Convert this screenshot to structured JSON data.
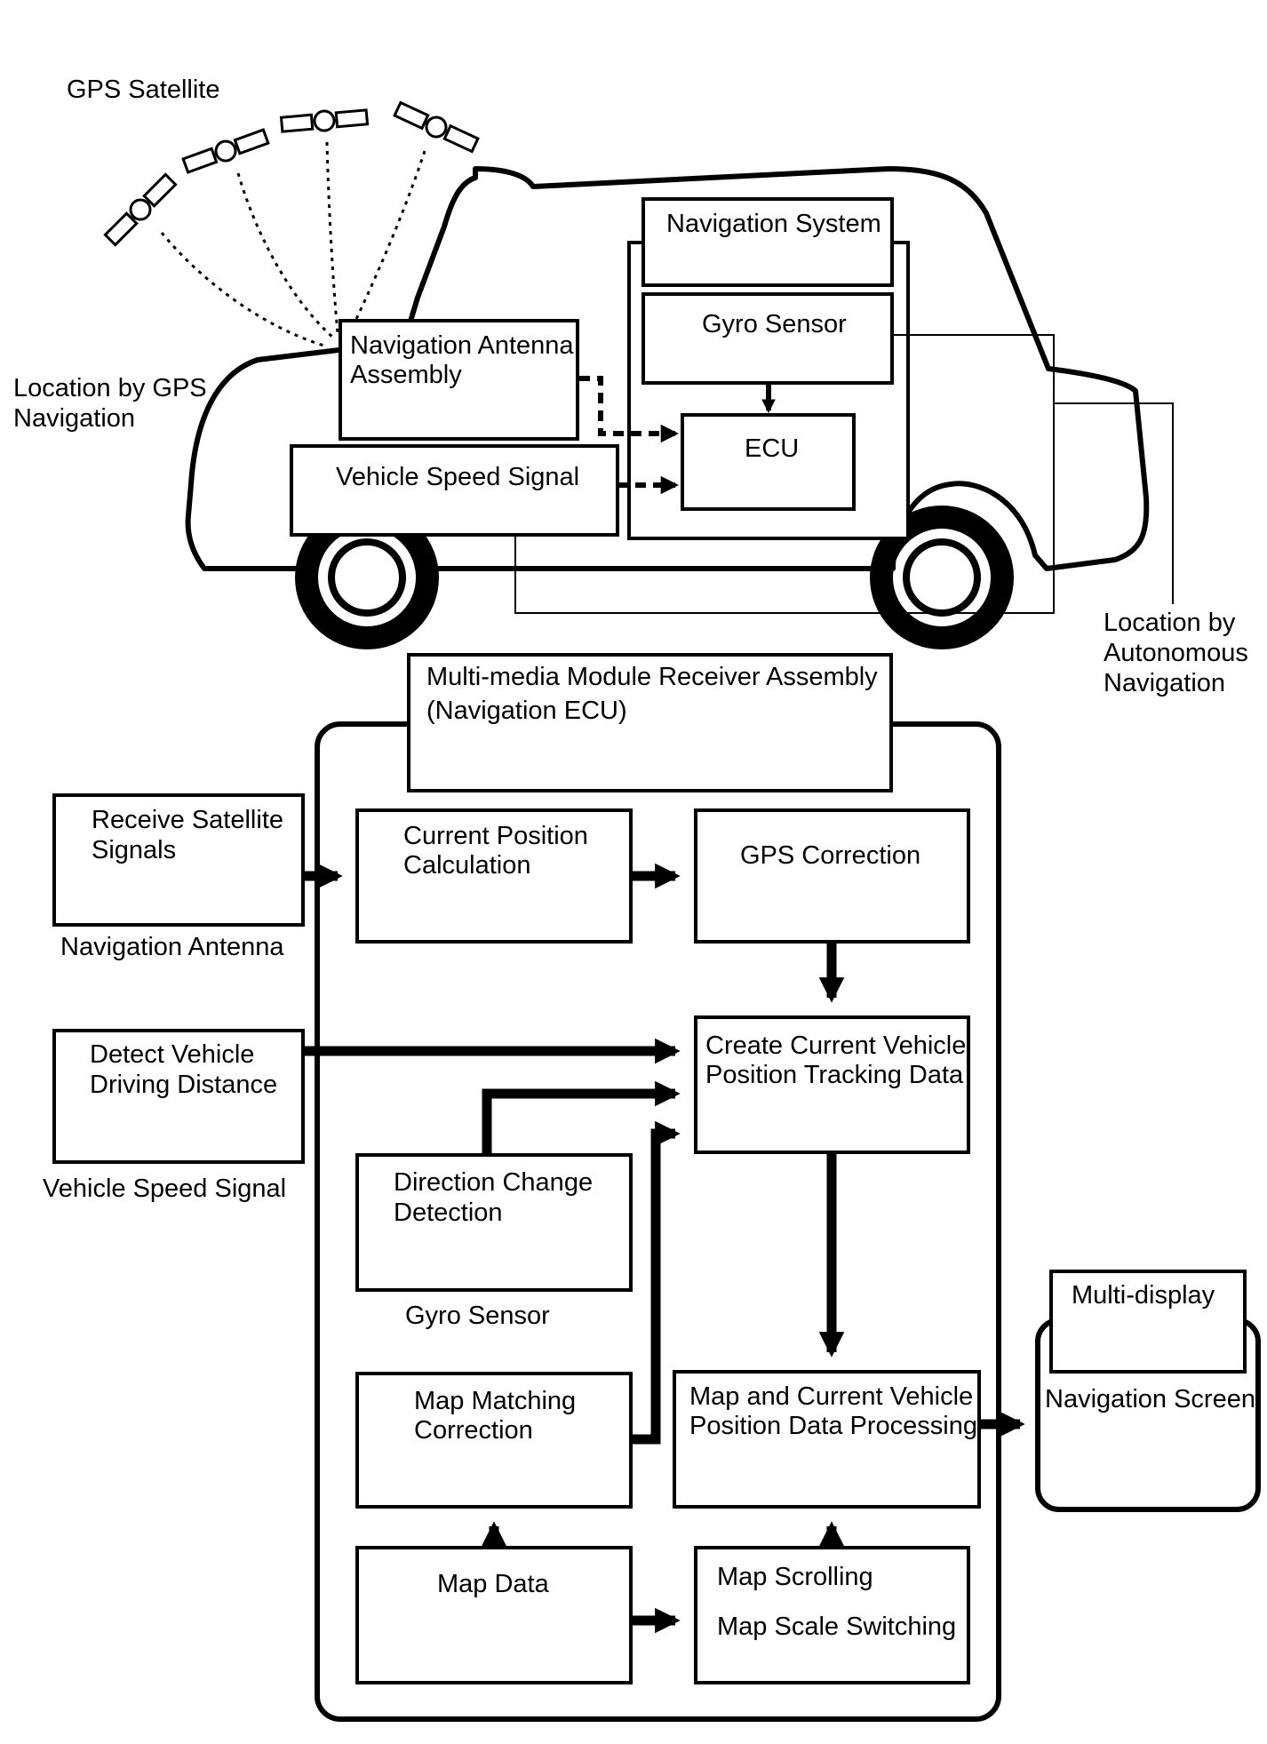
{
  "labels": {
    "gps_satellite": "GPS Satellite",
    "location_gps": [
      "Location by GPS",
      "Navigation"
    ],
    "navigation_system": "Navigation System",
    "gyro_sensor_top": "Gyro Sensor",
    "ecu": "ECU",
    "nav_antenna_assembly": [
      "Navigation Antenna",
      "Assembly"
    ],
    "vehicle_speed_signal_top": "Vehicle Speed Signal",
    "location_autonomous": [
      "Location by",
      "Autonomous",
      "Navigation"
    ],
    "module_receiver": [
      "Multi-media Module Receiver Assembly",
      "(Navigation ECU)"
    ],
    "receive_satellite": [
      "Receive Satellite",
      "Signals"
    ],
    "navigation_antenna": "Navigation Antenna",
    "current_position": [
      "Current Position",
      "Calculation"
    ],
    "gps_correction": "GPS Correction",
    "detect_vehicle": [
      "Detect Vehicle",
      "Driving Distance"
    ],
    "vehicle_speed_signal": "Vehicle Speed Signal",
    "create_tracking": [
      "Create Current Vehicle",
      "Position Tracking Data"
    ],
    "direction_change": [
      "Direction Change",
      "Detection"
    ],
    "gyro_sensor": "Gyro Sensor",
    "map_matching": [
      "Map Matching",
      "Correction"
    ],
    "map_processing": [
      "Map and Current Vehicle",
      "Position Data Processing"
    ],
    "map_data": "Map Data",
    "map_scrolling": "Map Scrolling",
    "map_scale": "Map Scale Switching",
    "multi_display": "Multi-display",
    "navigation_screen": "Navigation Screen"
  }
}
